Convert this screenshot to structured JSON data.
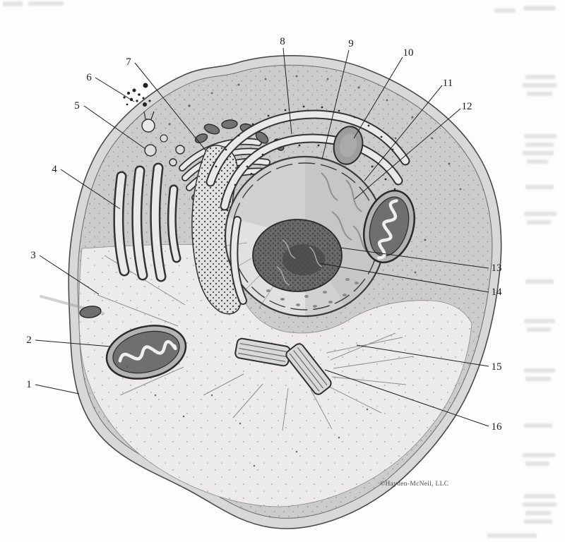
{
  "figure": {
    "copyright": "©Hayden-McNeil, LLC"
  },
  "labels": [
    {
      "number": "1"
    },
    {
      "number": "2"
    },
    {
      "number": "3"
    },
    {
      "number": "4"
    },
    {
      "number": "5"
    },
    {
      "number": "6"
    },
    {
      "number": "7"
    },
    {
      "number": "8"
    },
    {
      "number": "9"
    },
    {
      "number": "10"
    },
    {
      "number": "11"
    },
    {
      "number": "12"
    },
    {
      "number": "13"
    },
    {
      "number": "14"
    },
    {
      "number": "15"
    },
    {
      "number": "16"
    }
  ]
}
